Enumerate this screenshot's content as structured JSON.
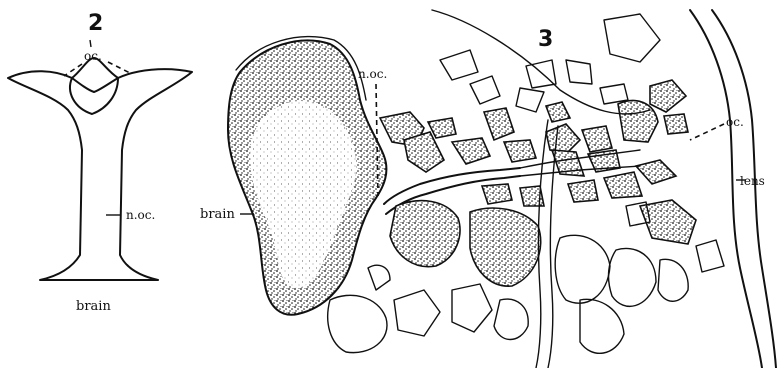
{
  "figure2": {
    "number": "2",
    "label_oc": "oc.",
    "label_noc": "n.oc.",
    "label_brain": "brain"
  },
  "figure3": {
    "number": "3",
    "label_noc": "n.oc.",
    "label_brain": "brain",
    "label_oc": "oc.",
    "label_lens": "lens"
  },
  "colors": {
    "ink": "#111111",
    "paper": "#ffffff"
  }
}
